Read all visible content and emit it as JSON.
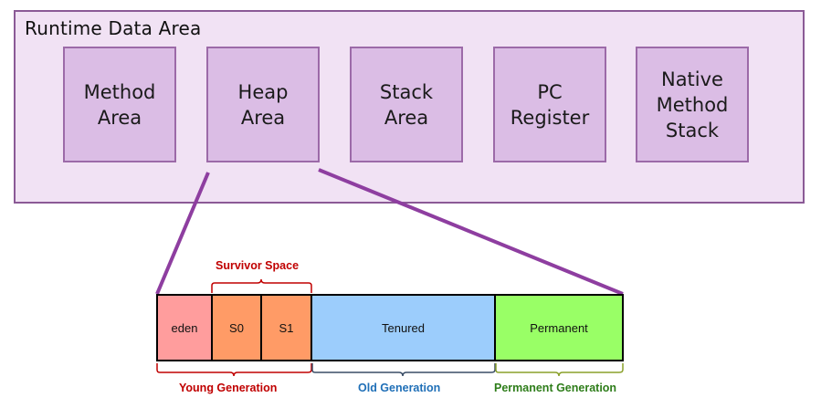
{
  "runtime": {
    "title": "Runtime Data Area",
    "areas": [
      {
        "id": "method",
        "label": "Method\nArea"
      },
      {
        "id": "heap",
        "label": "Heap\nArea"
      },
      {
        "id": "stack",
        "label": "Stack\nArea"
      },
      {
        "id": "pc",
        "label": "PC\nRegister"
      },
      {
        "id": "native",
        "label": "Native\nMethod\nStack"
      }
    ]
  },
  "heap": {
    "segments": {
      "eden": "eden",
      "s0": "S0",
      "s1": "S1",
      "tenured": "Tenured",
      "permanent": "Permanent"
    },
    "groups": {
      "survivor_space": "Survivor Space",
      "young_generation": "Young Generation",
      "old_generation": "Old Generation",
      "permanent_generation": "Permanent Generation"
    }
  },
  "colors": {
    "runtime_bg": "#f1e2f4",
    "area_box": "#dbbde5",
    "connector": "#8e3ea0",
    "eden": "#ff9d9d",
    "survivor": "#ff9b66",
    "tenured": "#9ccdfc",
    "permanent": "#99ff66",
    "young_label": "#c00000",
    "old_label": "#1f6fb7",
    "perm_label": "#2e7d1a"
  }
}
